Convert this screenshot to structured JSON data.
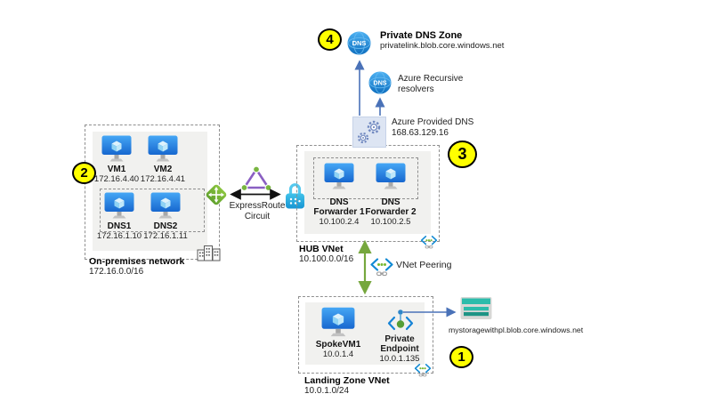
{
  "diagram": {
    "onprem": {
      "badge": "2",
      "label": "On-premises network",
      "cidr": "172.16.0.0/16",
      "vms": [
        {
          "name": "VM1",
          "ip": "172.16.4.40"
        },
        {
          "name": "VM2",
          "ip": "172.16.4.41"
        }
      ],
      "dns_servers": [
        {
          "name": "DNS1",
          "ip": "172.16.1.10"
        },
        {
          "name": "DNS2",
          "ip": "172.16.1.11"
        }
      ]
    },
    "expressroute": {
      "label_l1": "ExpressRoute",
      "label_l2": "Circuit"
    },
    "hub": {
      "label": "HUB VNet",
      "cidr": "10.100.0.0/16",
      "forwarders": [
        {
          "name_l1": "DNS",
          "name_l2": "Forwarder 1",
          "ip": "10.100.2.4"
        },
        {
          "name_l1": "DNS",
          "name_l2": "Forwarder 2",
          "ip": "10.100.2.5"
        }
      ]
    },
    "provided_dns": {
      "badge": "3",
      "label": "Azure Provided DNS",
      "ip": "168.63.129.16"
    },
    "private_dns_zone": {
      "badge": "4",
      "icon_text": "DNS",
      "label": "Private DNS Zone",
      "value": "privatelink.blob.core.windows.net"
    },
    "recursive_resolvers": {
      "icon_text": "DNS",
      "label_l1": "Azure Recursive",
      "label_l2": "resolvers"
    },
    "peering": {
      "label": "VNet Peering"
    },
    "landing": {
      "badge": "1",
      "label": "Landing Zone VNet",
      "cidr": "10.0.1.0/24",
      "vm": {
        "name": "SpokeVM1",
        "ip": "10.0.1.4"
      },
      "private_endpoint": {
        "name_l1": "Private",
        "name_l2": "Endpoint",
        "ip": "10.0.1.135"
      }
    },
    "storage": {
      "fqdn": "mystoragewithpl.blob.core.windows.net"
    }
  },
  "colors": {
    "badge_yellow": "#ffff00",
    "monitor_blue": "#1f7ed9",
    "dns_blue": "#0f6ebe",
    "peering_green": "#76b833",
    "expressroute_purple": "#8a5fc2",
    "gateway_cyan": "#41c2ea",
    "storage_teal": "#2cbcab",
    "arrow_blue": "#4a72b8",
    "arrow_green": "#76a73e"
  }
}
